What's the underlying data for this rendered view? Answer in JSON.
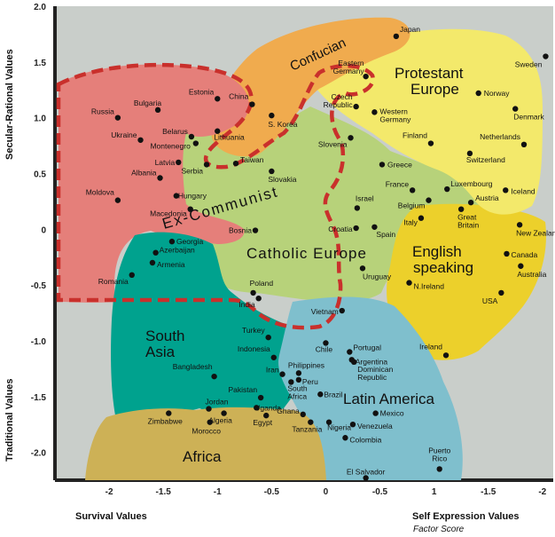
{
  "chart_data": {
    "type": "scatter",
    "title": "",
    "ylabel_top": "Secular-Rational Values",
    "ylabel_bottom": "Traditional Values",
    "xlabel_left": "Survival Values",
    "xlabel_right": "Self Expression Values",
    "xlabel_sub": "Factor Score",
    "x_ticks": [
      "-2",
      "-1.5",
      "-1",
      "-0.5",
      "0",
      "-0.5",
      "1",
      "-1.5",
      "-2"
    ],
    "y_ticks": [
      "2.0",
      "1.5",
      "1.0",
      "0.5",
      "0",
      "-0.5",
      "-1.0",
      "-1.5",
      "-2.0"
    ],
    "xlim": [
      -2.5,
      2.1
    ],
    "ylim": [
      -2.25,
      2.0
    ],
    "grid": false,
    "colors": {
      "ex_communist": "#e57f7a",
      "confucian": "#f0ab4e",
      "protestant_europe": "#f3e96b",
      "catholic_europe": "#b7d27a",
      "english_speaking": "#ecd02b",
      "south_asia": "#00a28e",
      "latin_america": "#7fbfcd",
      "africa": "#cdb156",
      "plot_background": "#c9ceca",
      "dashed_border": "#c9302c"
    },
    "regions": [
      {
        "key": "confucian",
        "label": "Confucian"
      },
      {
        "key": "protestant_europe",
        "label": "Protestant Europe"
      },
      {
        "key": "ex_communist",
        "label": "Ex-Communist"
      },
      {
        "key": "catholic_europe",
        "label": "Catholic Europe"
      },
      {
        "key": "english_speaking",
        "label": "English speaking"
      },
      {
        "key": "south_asia",
        "label": "South Asia"
      },
      {
        "key": "latin_america",
        "label": "Latin America"
      },
      {
        "key": "africa",
        "label": "Africa"
      }
    ],
    "points": [
      {
        "name": "Japan",
        "x": 0.65,
        "y": 1.73
      },
      {
        "name": "Sweden",
        "x": 2.03,
        "y": 1.55
      },
      {
        "name": "Eastern Germany",
        "x": 0.37,
        "y": 1.37
      },
      {
        "name": "Norway",
        "x": 1.41,
        "y": 1.22
      },
      {
        "name": "Denmark",
        "x": 1.75,
        "y": 1.08
      },
      {
        "name": "Netherlands",
        "x": 1.83,
        "y": 0.76
      },
      {
        "name": "Czech Republic",
        "x": 0.28,
        "y": 1.1
      },
      {
        "name": "Western Germany",
        "x": 0.45,
        "y": 1.05
      },
      {
        "name": "Finland",
        "x": 0.97,
        "y": 0.77
      },
      {
        "name": "Switzerland",
        "x": 1.33,
        "y": 0.68
      },
      {
        "name": "Greece",
        "x": 0.52,
        "y": 0.58
      },
      {
        "name": "Iceland",
        "x": 1.66,
        "y": 0.35
      },
      {
        "name": "Luxembourg",
        "x": 1.12,
        "y": 0.36
      },
      {
        "name": "France",
        "x": 0.8,
        "y": 0.35
      },
      {
        "name": "Belgium",
        "x": 0.95,
        "y": 0.26
      },
      {
        "name": "Austria",
        "x": 1.34,
        "y": 0.24
      },
      {
        "name": "Italy",
        "x": 0.88,
        "y": 0.1
      },
      {
        "name": "Great Britain",
        "x": 1.25,
        "y": 0.18
      },
      {
        "name": "New Zealand",
        "x": 1.79,
        "y": 0.04
      },
      {
        "name": "Canada",
        "x": 1.67,
        "y": -0.22
      },
      {
        "name": "Australia",
        "x": 1.8,
        "y": -0.33
      },
      {
        "name": "N.Ireland",
        "x": 0.77,
        "y": -0.48
      },
      {
        "name": "USA",
        "x": 1.62,
        "y": -0.57
      },
      {
        "name": "Ireland",
        "x": 1.11,
        "y": -1.13
      },
      {
        "name": "Israel",
        "x": 0.29,
        "y": 0.19
      },
      {
        "name": "Spain",
        "x": 0.45,
        "y": 0.02
      },
      {
        "name": "Croatia",
        "x": 0.28,
        "y": 0.01
      },
      {
        "name": "Slovenia",
        "x": 0.23,
        "y": 0.82
      },
      {
        "name": "Uruguay",
        "x": 0.34,
        "y": -0.35
      },
      {
        "name": "Estonia",
        "x": -1.0,
        "y": 1.17
      },
      {
        "name": "Bulgaria",
        "x": -1.55,
        "y": 1.07
      },
      {
        "name": "Russia",
        "x": -1.92,
        "y": 1.0
      },
      {
        "name": "Ukraine",
        "x": -1.71,
        "y": 0.8
      },
      {
        "name": "Belarus",
        "x": -1.24,
        "y": 0.83
      },
      {
        "name": "Montenegro",
        "x": -1.2,
        "y": 0.77
      },
      {
        "name": "Latvia",
        "x": -1.36,
        "y": 0.6
      },
      {
        "name": "Serbia",
        "x": -1.1,
        "y": 0.58
      },
      {
        "name": "Albania",
        "x": -1.53,
        "y": 0.46
      },
      {
        "name": "Lithuania",
        "x": -1.0,
        "y": 0.88
      },
      {
        "name": "Moldova",
        "x": -1.92,
        "y": 0.26
      },
      {
        "name": "Hungary",
        "x": -1.38,
        "y": 0.3
      },
      {
        "name": "Macedonia",
        "x": -1.25,
        "y": 0.18
      },
      {
        "name": "Bosnia",
        "x": -0.65,
        "y": -0.01
      },
      {
        "name": "China",
        "x": -0.68,
        "y": 1.12
      },
      {
        "name": "S. Korea",
        "x": -0.5,
        "y": 1.02
      },
      {
        "name": "Taiwan",
        "x": -0.83,
        "y": 0.59
      },
      {
        "name": "Slovakia",
        "x": -0.5,
        "y": 0.52
      },
      {
        "name": "Georgia",
        "x": -1.42,
        "y": -0.11
      },
      {
        "name": "Azerbaijan",
        "x": -1.57,
        "y": -0.21
      },
      {
        "name": "Armenia",
        "x": -1.6,
        "y": -0.3
      },
      {
        "name": "Romania",
        "x": -1.79,
        "y": -0.41
      },
      {
        "name": "Poland",
        "x": -0.67,
        "y": -0.57
      },
      {
        "name": "India",
        "x": -0.62,
        "y": -0.62
      },
      {
        "name": "Vietnam",
        "x": 0.15,
        "y": -0.73
      },
      {
        "name": "Turkey",
        "x": -0.53,
        "y": -0.97
      },
      {
        "name": "Indonesia",
        "x": -0.48,
        "y": -1.15
      },
      {
        "name": "Philippines",
        "x": -0.25,
        "y": -1.29
      },
      {
        "name": "Bangladesh",
        "x": -1.03,
        "y": -1.32
      },
      {
        "name": "Iran",
        "x": -0.4,
        "y": -1.3
      },
      {
        "name": "Peru",
        "x": -0.25,
        "y": -1.35
      },
      {
        "name": "South Africa",
        "x": -0.32,
        "y": -1.37
      },
      {
        "name": "Pakistan",
        "x": -0.6,
        "y": -1.51
      },
      {
        "name": "Jordan",
        "x": -1.08,
        "y": -1.61
      },
      {
        "name": "Zimbabwe",
        "x": -1.45,
        "y": -1.65
      },
      {
        "name": "Morocco",
        "x": -1.07,
        "y": -1.73
      },
      {
        "name": "Algeria",
        "x": -0.94,
        "y": -1.65
      },
      {
        "name": "Uganda",
        "x": -0.64,
        "y": -1.6
      },
      {
        "name": "Egypt",
        "x": -0.55,
        "y": -1.67
      },
      {
        "name": "Ghana",
        "x": -0.21,
        "y": -1.66
      },
      {
        "name": "Nigeria",
        "x": 0.03,
        "y": -1.73
      },
      {
        "name": "Tanzania",
        "x": -0.14,
        "y": -1.73
      },
      {
        "name": "Brazil",
        "x": -0.05,
        "y": -1.48
      },
      {
        "name": "Chile",
        "x": 0.0,
        "y": -1.02
      },
      {
        "name": "Portugal",
        "x": 0.22,
        "y": -1.1
      },
      {
        "name": "Argentina",
        "x": 0.24,
        "y": -1.17
      },
      {
        "name": "Dominican Republic",
        "x": 0.26,
        "y": -1.19
      },
      {
        "name": "Mexico",
        "x": 0.46,
        "y": -1.65
      },
      {
        "name": "Venezuela",
        "x": 0.25,
        "y": -1.75
      },
      {
        "name": "Colombia",
        "x": 0.18,
        "y": -1.87
      },
      {
        "name": "El Salvador",
        "x": 0.37,
        "y": -2.23
      },
      {
        "name": "Puerto Rico",
        "x": 1.05,
        "y": -2.15
      }
    ]
  }
}
